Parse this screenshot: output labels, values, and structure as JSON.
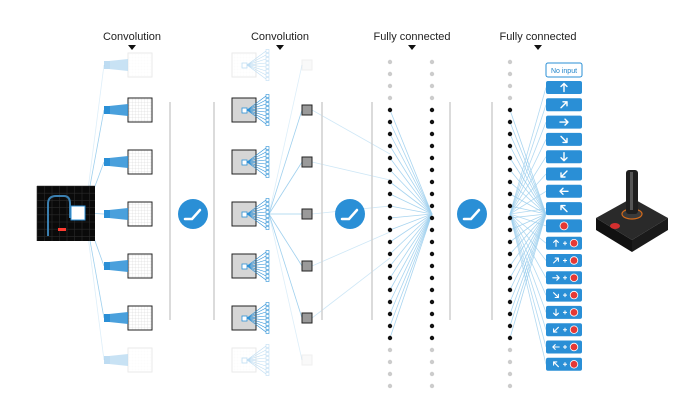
{
  "labels": {
    "layer1": "Convolution",
    "layer2": "Convolution",
    "layer3": "Fully connected",
    "layer4": "Fully connected",
    "no_input": "No input"
  },
  "colors": {
    "accent": "#2a8fd6",
    "line": "#9fd0ee",
    "node": "#111111",
    "fade": "#cccccc",
    "divider": "#cfcfcf"
  },
  "actions": [
    {
      "dir": "up",
      "fire": false
    },
    {
      "dir": "up-right",
      "fire": false
    },
    {
      "dir": "right",
      "fire": false
    },
    {
      "dir": "down-right",
      "fire": false
    },
    {
      "dir": "down",
      "fire": false
    },
    {
      "dir": "down-left",
      "fire": false
    },
    {
      "dir": "left",
      "fire": false
    },
    {
      "dir": "up-left",
      "fire": false
    },
    {
      "dir": "none",
      "fire": true
    },
    {
      "dir": "up",
      "fire": true
    },
    {
      "dir": "up-right",
      "fire": true
    },
    {
      "dir": "right",
      "fire": true
    },
    {
      "dir": "down-right",
      "fire": true
    },
    {
      "dir": "down",
      "fire": true
    },
    {
      "dir": "down-left",
      "fire": true
    },
    {
      "dir": "left",
      "fire": true
    },
    {
      "dir": "up-left",
      "fire": true
    }
  ]
}
